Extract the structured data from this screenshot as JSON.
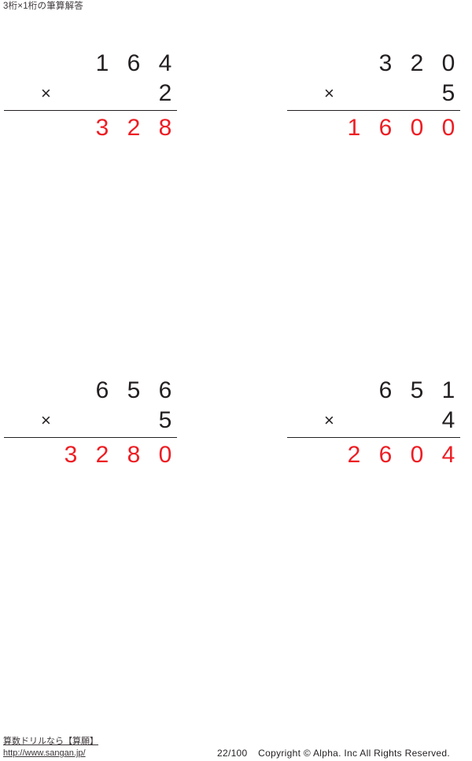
{
  "title": "3桁×1桁の筆算解答",
  "operator": "×",
  "problems": [
    {
      "id": "problem-1",
      "multiplicand": [
        "",
        "1",
        "6",
        "4"
      ],
      "multiplier": [
        "",
        "",
        "",
        "2"
      ],
      "product": [
        "",
        "3",
        "2",
        "8"
      ],
      "multiplicand_value": "164",
      "multiplier_value": "2",
      "product_value": "328"
    },
    {
      "id": "problem-2",
      "multiplicand": [
        "",
        "3",
        "2",
        "0"
      ],
      "multiplier": [
        "",
        "",
        "",
        "5"
      ],
      "product": [
        "1",
        "6",
        "0",
        "0"
      ],
      "multiplicand_value": "320",
      "multiplier_value": "5",
      "product_value": "1600"
    },
    {
      "id": "problem-3",
      "multiplicand": [
        "",
        "6",
        "5",
        "6"
      ],
      "multiplier": [
        "",
        "",
        "",
        "5"
      ],
      "product": [
        "3",
        "2",
        "8",
        "0"
      ],
      "multiplicand_value": "656",
      "multiplier_value": "5",
      "product_value": "3280"
    },
    {
      "id": "problem-4",
      "multiplicand": [
        "",
        "6",
        "5",
        "1"
      ],
      "multiplier": [
        "",
        "",
        "",
        "4"
      ],
      "product": [
        "2",
        "6",
        "0",
        "4"
      ],
      "multiplicand_value": "651",
      "multiplier_value": "4",
      "product_value": "2604"
    }
  ],
  "footer": {
    "site_label": "算数ドリルなら【算願】",
    "site_url": "http://www.sangan.jp/",
    "page_number": "22/100",
    "copyright": "Copyright © Alpha. Inc All Rights Reserved."
  },
  "colors": {
    "answer_red": "#ee1d23",
    "ink": "#231f20",
    "footer_gray": "#3b3538"
  }
}
